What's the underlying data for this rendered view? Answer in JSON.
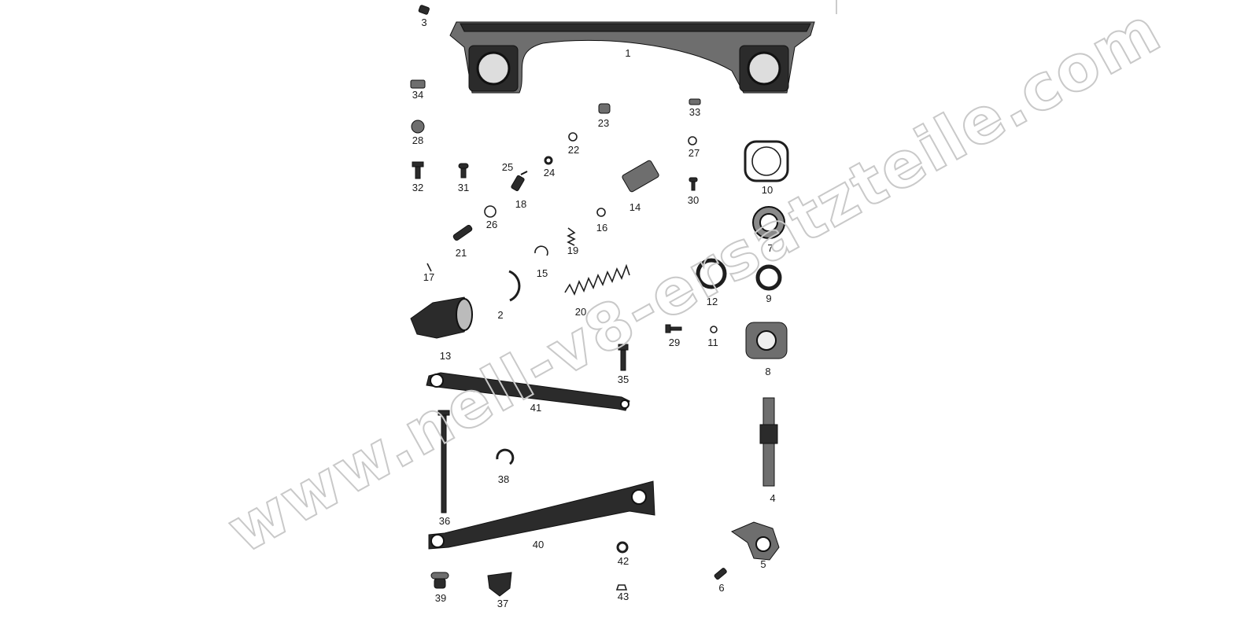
{
  "diagram": {
    "watermark": "www.nell-v8-ersatzteile.com",
    "labels": [
      "1",
      "2",
      "3",
      "4",
      "5",
      "6",
      "7",
      "8",
      "9",
      "10",
      "11",
      "12",
      "13",
      "14",
      "15",
      "16",
      "17",
      "18",
      "19",
      "20",
      "21",
      "22",
      "23",
      "24",
      "25",
      "26",
      "27",
      "28",
      "29",
      "30",
      "31",
      "32",
      "33",
      "34",
      "35",
      "36",
      "37",
      "38",
      "39",
      "40",
      "41",
      "42",
      "43"
    ]
  }
}
